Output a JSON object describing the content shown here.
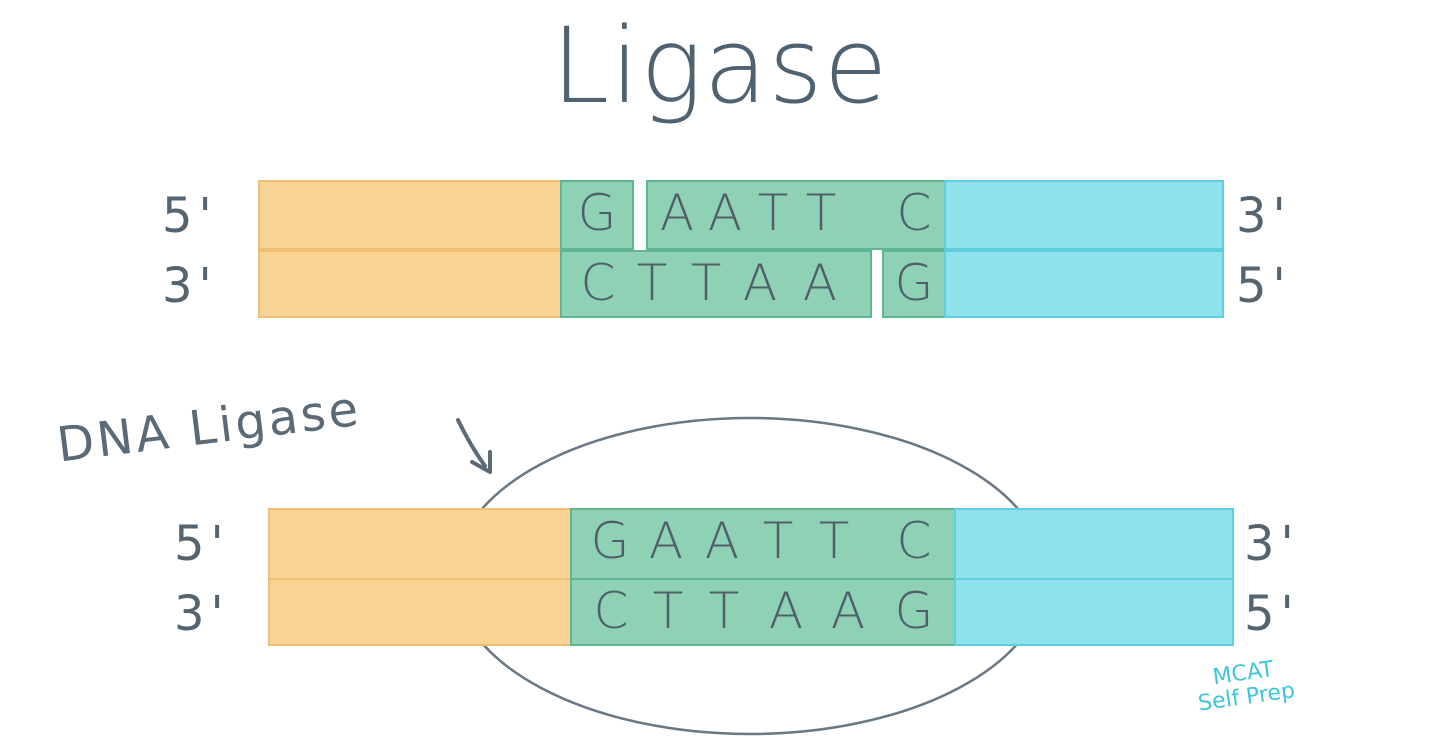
{
  "title": "Ligase",
  "before": {
    "top_left": "5'",
    "bottom_left": "3'",
    "top_right": "3'",
    "bottom_right": "5'",
    "top_bases": [
      "G",
      "A",
      "A",
      "T",
      "T",
      "C"
    ],
    "bottom_bases": [
      "C",
      "T",
      "T",
      "A",
      "A",
      "G"
    ]
  },
  "enzyme_label": "DNA Ligase",
  "after": {
    "top_left": "5'",
    "bottom_left": "3'",
    "top_right": "3'",
    "bottom_right": "5'",
    "top_bases": [
      "G",
      "A",
      "A",
      "T",
      "T",
      "C"
    ],
    "bottom_bases": [
      "C",
      "T",
      "T",
      "A",
      "A",
      "G"
    ]
  },
  "brand_line1": "MCAT",
  "brand_line2": "Self Prep",
  "colors": {
    "orange": "#f9d394",
    "green": "#8fd1b5",
    "cyan": "#8fe1ec",
    "ink": "#4e6272"
  }
}
